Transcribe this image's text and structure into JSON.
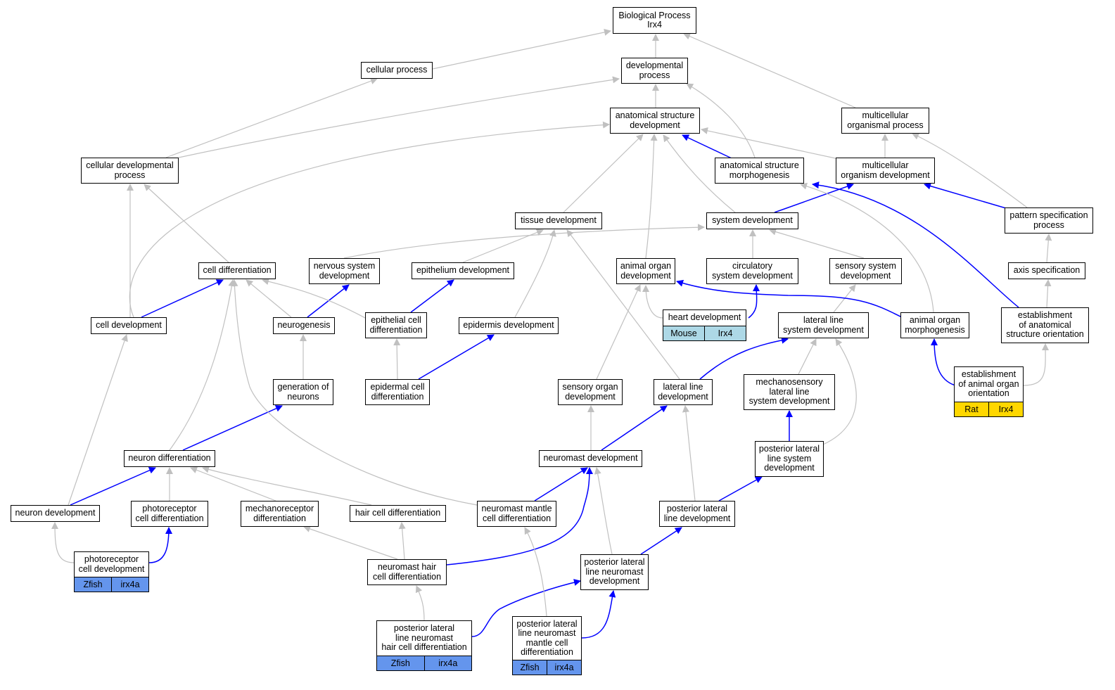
{
  "colors": {
    "grey_edge": "#c0c0c0",
    "blue_edge": "#0000ff",
    "zfish": "#6495ed",
    "mouse": "#add8e6",
    "rat": "#ffd700"
  },
  "nodes": {
    "bp": "Biological Process\nIrx4",
    "cp": "cellular process",
    "devp": "developmental\nprocess",
    "asd": "anatomical structure\ndevelopment",
    "mop": "multicellular\norganismal process",
    "cdp": "cellular developmental\nprocess",
    "asm": "anatomical structure\nmorphogenesis",
    "mod": "multicellular\norganism development",
    "td": "tissue development",
    "sd": "system development",
    "psp": "pattern specification\nprocess",
    "cdiff": "cell differentiation",
    "nsd": "nervous system\ndevelopment",
    "epd": "epithelium development",
    "aod": "animal organ\ndevelopment",
    "csd": "circulatory\nsystem development",
    "ssd": "sensory system\ndevelopment",
    "axs": "axis specification",
    "cdev": "cell development",
    "neurog": "neurogenesis",
    "ecd": "epithelial cell\ndifferentiation",
    "epid": "epidermis development",
    "hd": "heart development",
    "llsd": "lateral line\nsystem development",
    "aom": "animal organ\nmorphogenesis",
    "easo": "establishment\nof anatomical\nstructure orientation",
    "gon": "generation of\nneurons",
    "epcd": "epidermal cell\ndifferentiation",
    "sod": "sensory organ\ndevelopment",
    "lld": "lateral line\ndevelopment",
    "mllsd": "mechanosensory\nlateral line\nsystem development",
    "eaoo": "establishment\nof animal organ\norientation",
    "ndiff": "neuron differentiation",
    "nmd": "neuromast development",
    "pllsd": "posterior lateral\nline system\ndevelopment",
    "ndev": "neuron development",
    "prcd": "photoreceptor\ncell differentiation",
    "mrd": "mechanoreceptor\ndifferentiation",
    "hcd": "hair cell differentiation",
    "nmcd": "neuromast mantle\ncell differentiation",
    "plld": "posterior lateral\nline development",
    "prdev": "photoreceptor\ncell development",
    "nhcd": "neuromast hair\ncell differentiation",
    "pllnd": "posterior lateral\nline neuromast\ndevelopment",
    "pllnhcd": "posterior lateral\nline neuromast\nhair cell differentiation",
    "pllnmcd": "posterior lateral\nline neuromast\nmantle cell\ndifferentiation"
  },
  "annotations": {
    "hd": {
      "species": "Mouse",
      "gene": "Irx4",
      "color": "#add8e6"
    },
    "eaoo": {
      "species": "Rat",
      "gene": "Irx4",
      "color": "#ffd700"
    },
    "prdev": {
      "species": "Zfish",
      "gene": "irx4a",
      "color": "#6495ed"
    },
    "pllnhcd": {
      "species": "Zfish",
      "gene": "irx4a",
      "color": "#6495ed"
    },
    "pllnmcd": {
      "species": "Zfish",
      "gene": "irx4a",
      "color": "#6495ed"
    }
  }
}
